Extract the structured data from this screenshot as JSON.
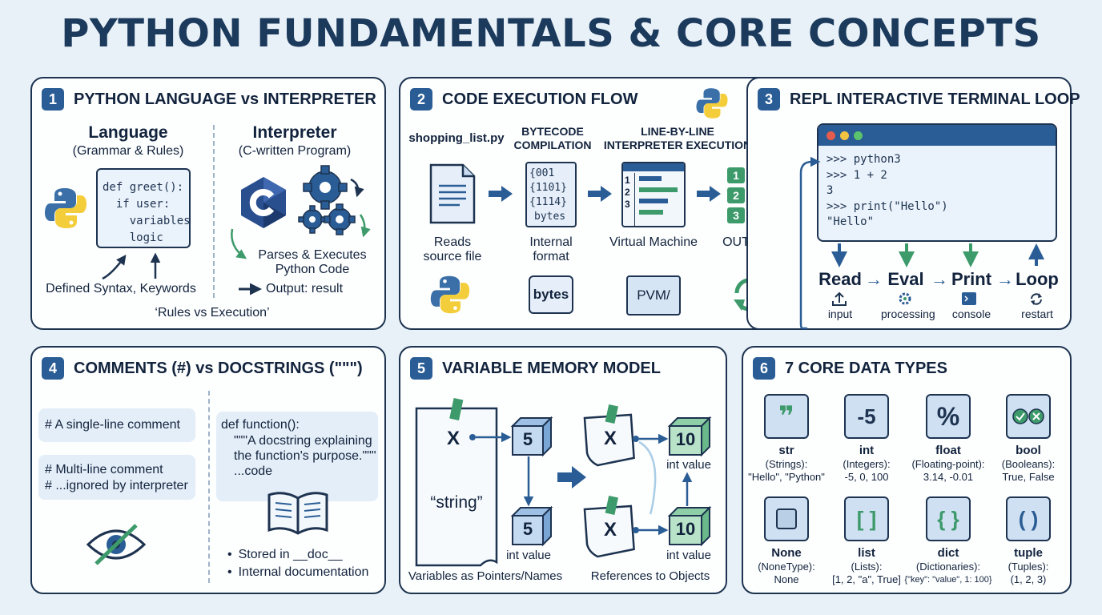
{
  "title": "PYTHON FUNDAMENTALS & CORE CONCEPTS",
  "panel1": {
    "num": "1",
    "title": "PYTHON LANGUAGE vs INTERPRETER",
    "language_head": "Language",
    "language_sub": "(Grammar & Rules)",
    "interpreter_head": "Interpreter",
    "interpreter_sub": "(C-written Program)",
    "code": [
      "def greet():",
      "  if user:",
      "    variables",
      "    logic"
    ],
    "defined": "Defined Syntax, Keywords",
    "parses": "Parses & Executes",
    "python_code": "Python Code",
    "output": "Output: result",
    "footer": "‘Rules vs Execution’"
  },
  "panel2": {
    "num": "2",
    "title": "CODE EXECUTION FLOW",
    "file": "shopping_list.py",
    "bytecode_head": [
      "BYTECODE",
      "COMPILATION"
    ],
    "interp_head": [
      "LINE-BY-LINE",
      "INTERPRETER EXECUTION"
    ],
    "bytecode_lines": [
      "{001",
      "{1101}",
      "{1114}",
      "bytes"
    ],
    "vm_rows": [
      "1",
      "2",
      "3"
    ],
    "out_nums": [
      "1",
      "2",
      "3"
    ],
    "reads": [
      "Reads",
      "source file"
    ],
    "internal": [
      "Internal",
      "format"
    ],
    "vm": "Virtual Machine",
    "output": "OUTPUT",
    "bytes_label": "bytes",
    "pvm_label": "PVM/"
  },
  "panel3": {
    "num": "3",
    "title": "REPL INTERACTIVE TERMINAL LOOP",
    "terminal": [
      ">>> python3",
      ">>> 1 + 2",
      "3",
      ">>> print(\"Hello\")",
      "\"Hello\""
    ],
    "steps": [
      {
        "label": "Read",
        "sub": "input"
      },
      {
        "label": "Eval",
        "sub": "processing"
      },
      {
        "label": "Print",
        "sub": "console"
      },
      {
        "label": "Loop",
        "sub": "restart"
      }
    ],
    "arrow": "→"
  },
  "panel4": {
    "num": "4",
    "title": "COMMENTS (#) vs DOCSTRINGS (\"\"\")",
    "comment1": "# A single-line comment",
    "comment2": "# Multi-line comment",
    "comment3": "# ...ignored by interpreter",
    "doc1": "def function():",
    "doc2": "\"\"\"A docstring explaining",
    "doc3": "the function's purpose.\"\"\"",
    "doc4": "...code",
    "bullet1": "Stored in __doc__",
    "bullet2": "Internal documentation"
  },
  "panel5": {
    "num": "5",
    "title": "VARIABLE MEMORY MODEL",
    "x": "X",
    "string": "“string”",
    "five": "5",
    "ten": "10",
    "int_value": "int value",
    "caption_left": "Variables as Pointers/Names",
    "caption_right": "References to Objects"
  },
  "panel6": {
    "num": "6",
    "title": "7 CORE DATA TYPES",
    "types": [
      {
        "icon": "❞",
        "name": "str",
        "sub": [
          "(Strings):",
          "\"Hello\", \"Python\""
        ]
      },
      {
        "icon": "-5",
        "name": "int",
        "sub": [
          "(Integers):",
          "-5, 0, 100"
        ]
      },
      {
        "icon": "%",
        "name": "float",
        "sub": [
          "(Floating-point):",
          "3.14, -0.01"
        ]
      },
      {
        "icon": "",
        "name": "bool",
        "sub": [
          "(Booleans):",
          "True, False"
        ]
      },
      {
        "icon": "",
        "name": "None",
        "sub": [
          "(NoneType):",
          "None"
        ]
      },
      {
        "icon": "[ ]",
        "name": "list",
        "sub": [
          "(Lists):",
          "[1, 2, \"a\", True]"
        ]
      },
      {
        "icon": "{ }",
        "name": "dict",
        "sub": [
          "(Dictionaries):",
          "{\"key\": \"value\", 1: 100}"
        ]
      },
      {
        "icon": "( )",
        "name": "tuple",
        "sub": [
          "(Tuples):",
          "(1, 2, 3)"
        ]
      }
    ]
  },
  "colors": {
    "navy": "#1d3350",
    "blue": "#2a5d95",
    "green": "#3d9a6a",
    "panel_bg": "#fdfefe",
    "page_bg": "#e9f1f8"
  }
}
